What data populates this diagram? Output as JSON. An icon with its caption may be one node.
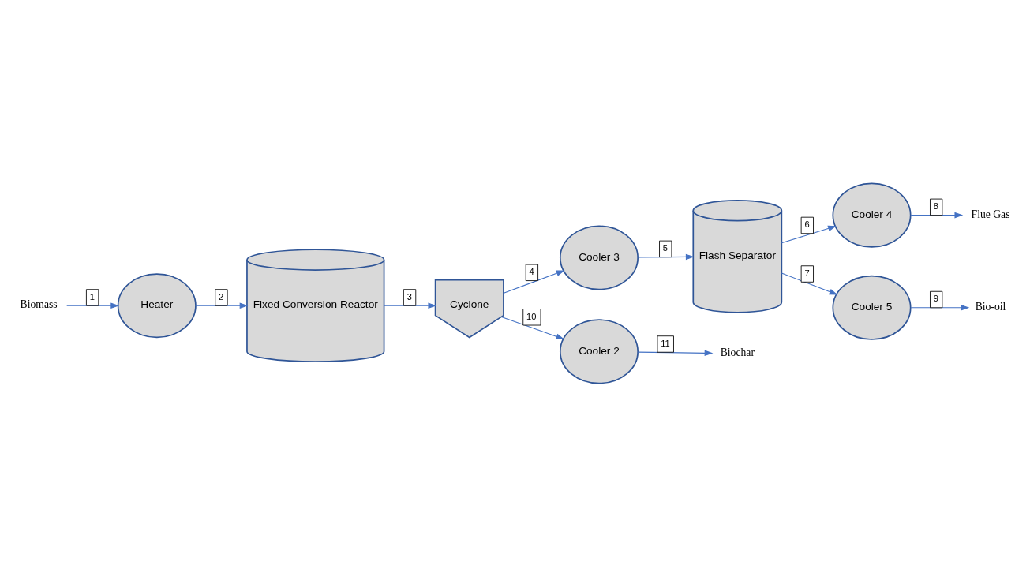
{
  "diagram": {
    "nodes": [
      {
        "text": [
          "Biomass"
        ]
      },
      {
        "text": [
          "Heater"
        ]
      },
      {
        "text": [
          "Fixed Conversion Reactor"
        ]
      },
      {
        "text": [
          "Cyclone"
        ]
      },
      {
        "text": [
          "Cooler 3"
        ]
      },
      {
        "text": [
          "Flash Separator"
        ]
      },
      {
        "text": [
          "Cooler 4"
        ]
      },
      {
        "text": [
          "Flue Gas"
        ]
      },
      {
        "text": [
          "Cooler 5"
        ]
      },
      {
        "text": [
          "Bio-oil"
        ]
      },
      {
        "text": [
          "Cooler 2"
        ]
      },
      {
        "text": [
          "Biochar"
        ]
      }
    ],
    "edges": [
      {
        "from": 0,
        "to": 1,
        "arrow": "to",
        "label": "1"
      },
      {
        "from": 1,
        "to": 2,
        "arrow": "to",
        "label": "2"
      },
      {
        "from": 2,
        "to": 3,
        "arrow": "to",
        "label": "3"
      },
      {
        "from": 3,
        "to": 4,
        "arrow": "to",
        "label": "4"
      },
      {
        "from": 4,
        "to": 5,
        "arrow": "to",
        "label": "5"
      },
      {
        "from": 5,
        "to": 6,
        "arrow": "to",
        "label": "6"
      },
      {
        "from": 5,
        "to": 8,
        "arrow": "to",
        "label": "7"
      },
      {
        "from": 6,
        "to": 7,
        "arrow": "to",
        "label": "8"
      },
      {
        "from": 8,
        "to": 9,
        "arrow": "to",
        "label": "9"
      },
      {
        "from": 3,
        "to": 10,
        "arrow": "to",
        "label": "10"
      },
      {
        "from": 10,
        "to": 11,
        "arrow": "to",
        "label": "11"
      }
    ]
  }
}
